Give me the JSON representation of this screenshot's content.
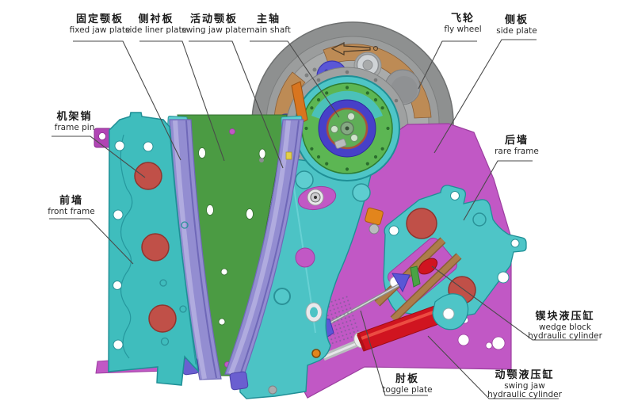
{
  "labels": {
    "fixed_jaw_plate": {
      "zh": "固定颚板",
      "en": "fixed jaw plate"
    },
    "side_liner_plate": {
      "zh": "侧衬板",
      "en": "side liner plate"
    },
    "swing_jaw_plate": {
      "zh": "活动颚板",
      "en": "swing jaw plate"
    },
    "main_shaft": {
      "zh": "主轴",
      "en": "main shaft"
    },
    "fly_wheel": {
      "zh": "飞轮",
      "en": "fly wheel"
    },
    "side_plate": {
      "zh": "侧板",
      "en": "side plate"
    },
    "frame_pin": {
      "zh": "机架销",
      "en": "frame pin"
    },
    "front_frame": {
      "zh": "前墙",
      "en": "front frame"
    },
    "rare_frame": {
      "zh": "后墙",
      "en": "rare frame"
    },
    "wedge_block_hydraulic_cylinder": {
      "zh": "锲块液压缸",
      "en1": "wedge block",
      "en2": "hydraulic cylinder"
    },
    "toggle_plate": {
      "zh": "肘板",
      "en": "toggle plate"
    },
    "swing_jaw_hydraulic_cylinder": {
      "zh": "动颚液压缸",
      "en1": "swing jaw",
      "en2": "hydraulic cylinder"
    }
  },
  "colors": {
    "front_frame_teal": "#3fbdbd",
    "rear_frame_teal": "#4ec5c7",
    "side_plate_magenta": "#c158c5",
    "jaw_plate_purple": "#938dd1",
    "fixed_plate_green": "#4b9b43",
    "flywheel_gray": "#8e9090",
    "flywheel_band_tan": "#bd8b55",
    "frame_pin_red": "#c05048",
    "hydraulic_cylinder_red": "#d01420",
    "gear_green": "#5cb653",
    "bearing_blue": "#4740c8",
    "weight_blue": "#5a57d6",
    "leader_line": "#4a4a4a",
    "label_text": "#1a1a1a"
  }
}
